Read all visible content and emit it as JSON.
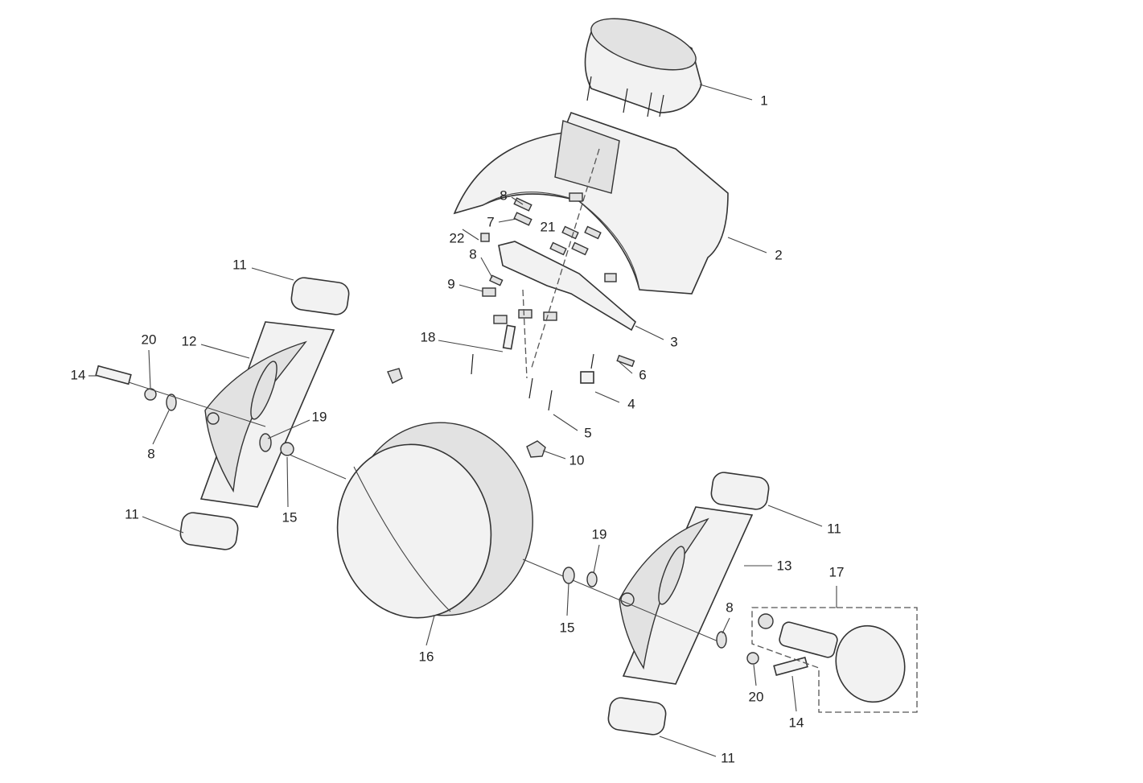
{
  "diagram": {
    "type": "exploded-parts-diagram",
    "callouts": [
      {
        "label": "1"
      },
      {
        "label": "2"
      },
      {
        "label": "3"
      },
      {
        "label": "4"
      },
      {
        "label": "5"
      },
      {
        "label": "6"
      },
      {
        "label": "7"
      },
      {
        "label": "8"
      },
      {
        "label": "8"
      },
      {
        "label": "8"
      },
      {
        "label": "8"
      },
      {
        "label": "9"
      },
      {
        "label": "10"
      },
      {
        "label": "11"
      },
      {
        "label": "11"
      },
      {
        "label": "11"
      },
      {
        "label": "11"
      },
      {
        "label": "12"
      },
      {
        "label": "13"
      },
      {
        "label": "14"
      },
      {
        "label": "14"
      },
      {
        "label": "15"
      },
      {
        "label": "15"
      },
      {
        "label": "16"
      },
      {
        "label": "17"
      },
      {
        "label": "18"
      },
      {
        "label": "19"
      },
      {
        "label": "19"
      },
      {
        "label": "20"
      },
      {
        "label": "20"
      },
      {
        "label": "21"
      },
      {
        "label": "22"
      }
    ]
  }
}
